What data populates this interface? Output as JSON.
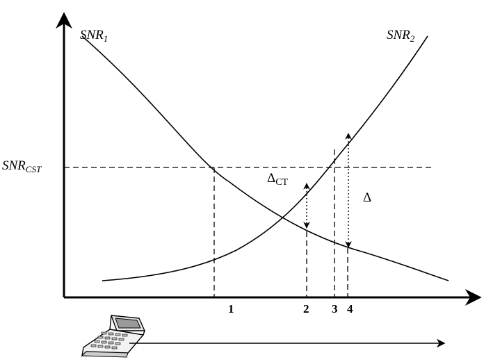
{
  "curves": {
    "snr1": {
      "base": "SNR",
      "sub": "1"
    },
    "snr2": {
      "base": "SNR",
      "sub": "2"
    }
  },
  "threshold": {
    "base": "SNR",
    "sub": "CST"
  },
  "annotations": {
    "delta_ct": {
      "base": "Δ",
      "sub": "CT"
    },
    "delta": "Δ"
  },
  "x_markers": [
    "1",
    "2",
    "3",
    "4"
  ]
}
